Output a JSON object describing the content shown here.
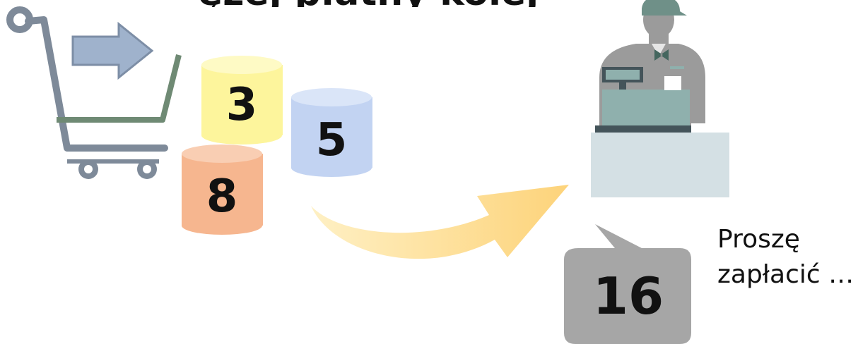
{
  "title_fragment": "ężej płatny kolej",
  "items": [
    {
      "value": "3",
      "color": "#fdf59c"
    },
    {
      "value": "5",
      "color": "#c2d3f2"
    },
    {
      "value": "8",
      "color": "#f6b68f"
    }
  ],
  "total": "16",
  "speech": {
    "line1": "Proszę",
    "line2": "zapłacić …"
  },
  "icons": [
    "shopping-cart-icon",
    "right-arrow-icon",
    "curved-arrow-icon",
    "cashier-icon",
    "speech-bubble-icon"
  ],
  "colors": {
    "cart": "#7e8a99",
    "cart_basket": "#6f8a74",
    "bubble": "#a6a6a6",
    "arrow": "#fdd98a",
    "cashier_body": "#9b9b9b",
    "register": "#8fb0ad",
    "counter": "#d4e0e4"
  }
}
